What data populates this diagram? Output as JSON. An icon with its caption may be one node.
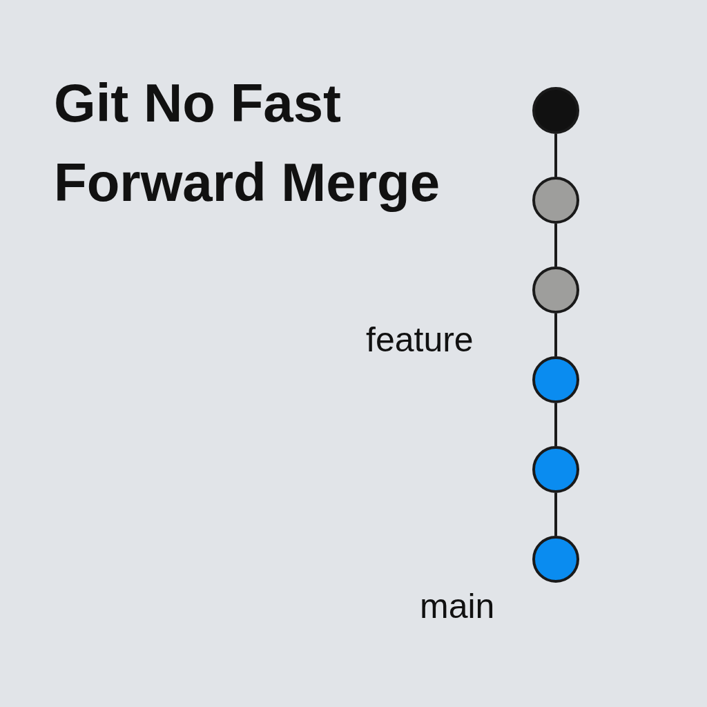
{
  "diagram": {
    "title": "Git No Fast Forward Merge",
    "nodes": [
      {
        "text": [],
        "shape": "circle"
      },
      {
        "text": [],
        "shape": "circle"
      },
      {
        "text": [],
        "shape": "circle"
      },
      {
        "text": [],
        "shape": "circle"
      },
      {
        "text": [],
        "shape": "circle"
      },
      {
        "text": [],
        "shape": "circle"
      }
    ],
    "edges": [
      {
        "from": 0,
        "to": 1,
        "arrow": "none"
      },
      {
        "from": 1,
        "to": 2,
        "arrow": "none"
      },
      {
        "from": 2,
        "to": 3,
        "arrow": "none"
      },
      {
        "from": 3,
        "to": 4,
        "arrow": "none"
      },
      {
        "from": 4,
        "to": 5,
        "arrow": "none"
      }
    ],
    "labels": [
      "feature",
      "main"
    ]
  }
}
